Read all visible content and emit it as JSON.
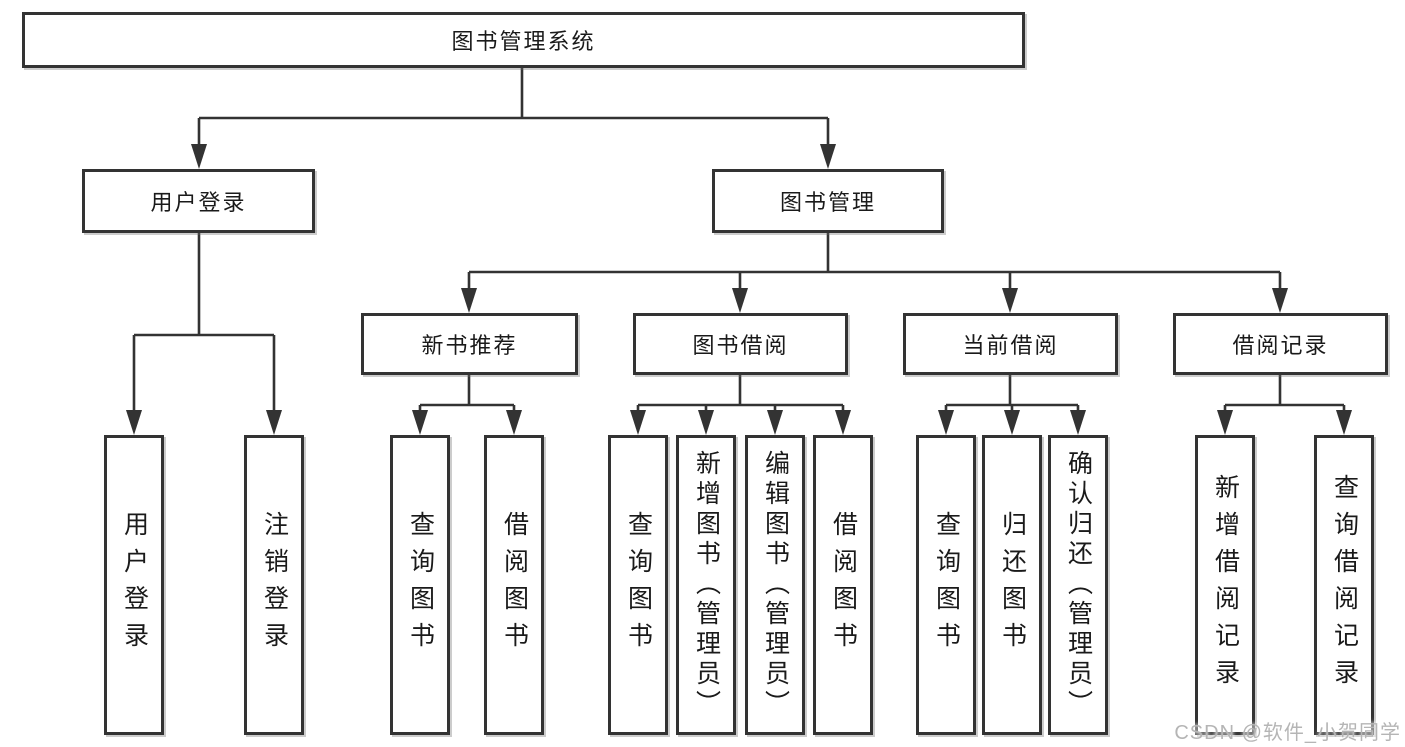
{
  "tree": {
    "root": {
      "label": "图书管理系统"
    },
    "branches": [
      {
        "label": "用户登录",
        "children": [
          {
            "label": "用户登录"
          },
          {
            "label": "注销登录"
          }
        ]
      },
      {
        "label": "图书管理",
        "sections": [
          {
            "label": "新书推荐",
            "children": [
              {
                "label": "查询图书"
              },
              {
                "label": "借阅图书"
              }
            ]
          },
          {
            "label": "图书借阅",
            "children": [
              {
                "label": "查询图书"
              },
              {
                "label": "新增图书（管理员）"
              },
              {
                "label": "编辑图书（管理员）"
              },
              {
                "label": "借阅图书"
              }
            ]
          },
          {
            "label": "当前借阅",
            "children": [
              {
                "label": "查询图书"
              },
              {
                "label": "归还图书"
              },
              {
                "label": "确认归还（管理员）"
              }
            ]
          },
          {
            "label": "借阅记录",
            "children": [
              {
                "label": "新增借阅记录"
              },
              {
                "label": "查询借阅记录"
              }
            ]
          }
        ]
      }
    ]
  },
  "watermark": "CSDN @软件_小贺同学",
  "colors": {
    "line": "#333333",
    "box_border": "#333333",
    "text": "#1a1a1a",
    "background": "#ffffff",
    "watermark": "#b5b5b5"
  }
}
